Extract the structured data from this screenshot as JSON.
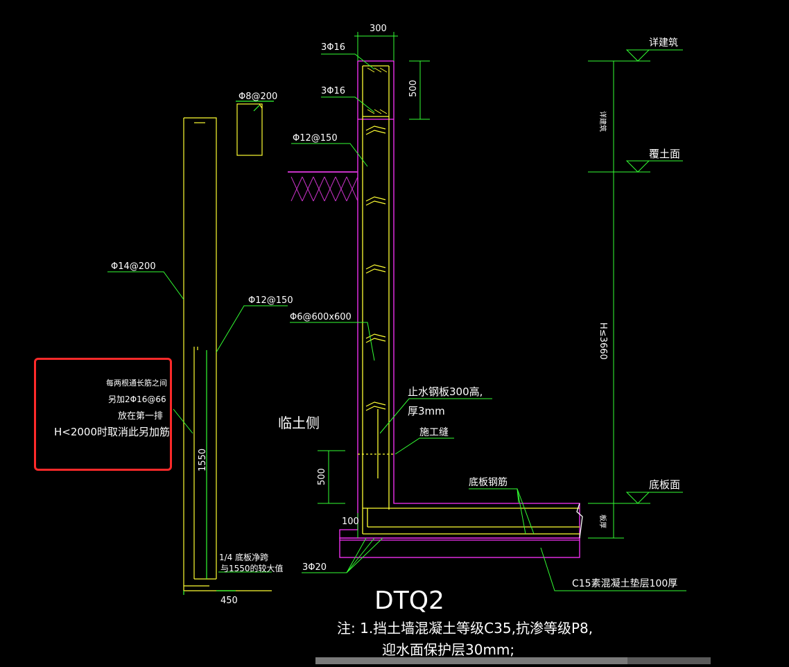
{
  "labels": {
    "dim_300": "300",
    "bar_3phi16_top": "3Φ16",
    "bar_3phi16_mid": "3Φ16",
    "dim_500_top": "500",
    "phi8_200": "Φ8@200",
    "phi12_150_wall": "Φ12@150",
    "phi14_200": "Φ14@200",
    "phi12_150_detail": "Φ12@150",
    "phi6_600x600": "Φ6@600x600",
    "note_line1": "每两根通长筋之间",
    "note_line2": "另加2Φ16@66",
    "note_line3": "放在第一排",
    "note_line4": "H<2000时取消此另加筋",
    "dim_1550": "1550",
    "dim_450": "450",
    "note_quarter_1": "1/4 底板净跨",
    "note_quarter_2": "与1550的较大值",
    "soil_side": "临土侧",
    "waterstop_1": "止水钢板300高,",
    "waterstop_2": "厚3mm",
    "construction_joint": "施工缝",
    "dim_500_bottom": "500",
    "dim_100": "100",
    "bottom_rebar": "底板钢筋",
    "bar_3phi20": "3Φ20",
    "cushion": "C15素混凝土垫层100厚",
    "drawing_title": "DTQ2",
    "spec_note_1": "注: 1.挡土墙混凝土等级C35,抗渗等级P8,",
    "spec_note_2": "迎水面保护层30mm;",
    "elev_arch": "详建筑",
    "elev_arch_vertical": "详建筑",
    "elev_cover": "覆土面",
    "elev_H": "H≤3660",
    "elev_slab": "底板面",
    "elev_slab_vertical": "板厚"
  },
  "colors": {
    "concrete_outline": "#ff33ff",
    "rebar": "#ffff33",
    "dimension": "#33ff33",
    "leader": "#33ff33",
    "text": "#ffffff",
    "highlight_box": "#ff2a2a"
  }
}
